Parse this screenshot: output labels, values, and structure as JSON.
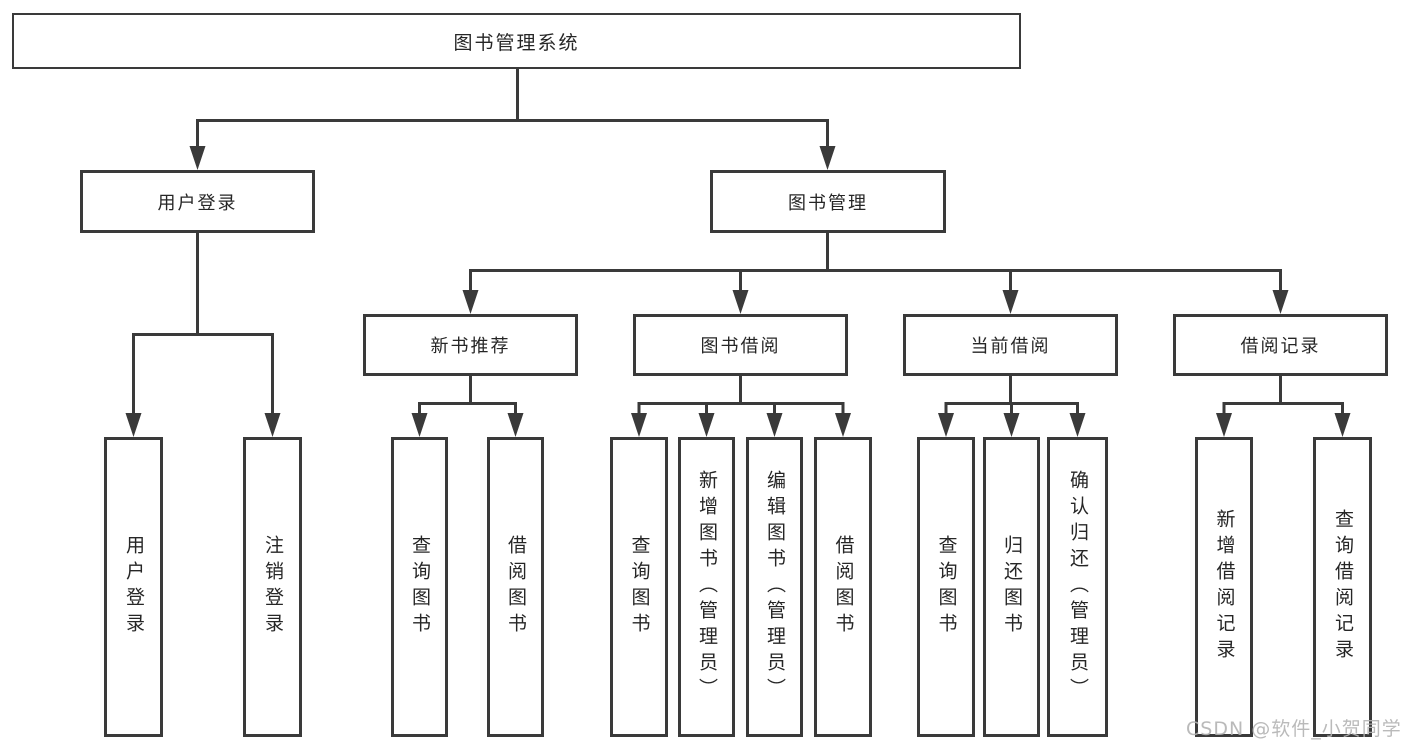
{
  "colors": {
    "line": "#3a3a3a",
    "text": "#262626",
    "bg": "#ffffff",
    "watermark": "#b3b3b3"
  },
  "diagram": {
    "root": {
      "label": "图书管理系统"
    },
    "user": {
      "label": "用户登录",
      "children": [
        {
          "label": "用户登录"
        },
        {
          "label": "注销登录"
        }
      ]
    },
    "manage": {
      "label": "图书管理",
      "children": [
        {
          "label": "新书推荐",
          "children": [
            {
              "label": "查询图书"
            },
            {
              "label": "借阅图书"
            }
          ]
        },
        {
          "label": "图书借阅",
          "children": [
            {
              "label": "查询图书"
            },
            {
              "label": "新增图书（管理员）"
            },
            {
              "label": "编辑图书（管理员）"
            },
            {
              "label": "借阅图书"
            }
          ]
        },
        {
          "label": "当前借阅",
          "children": [
            {
              "label": "查询图书"
            },
            {
              "label": "归还图书"
            },
            {
              "label": "确认归还（管理员）"
            }
          ]
        },
        {
          "label": "借阅记录",
          "children": [
            {
              "label": "新增借阅记录"
            },
            {
              "label": "查询借阅记录"
            }
          ]
        }
      ]
    },
    "watermark": "CSDN @软件_小贺同学"
  }
}
